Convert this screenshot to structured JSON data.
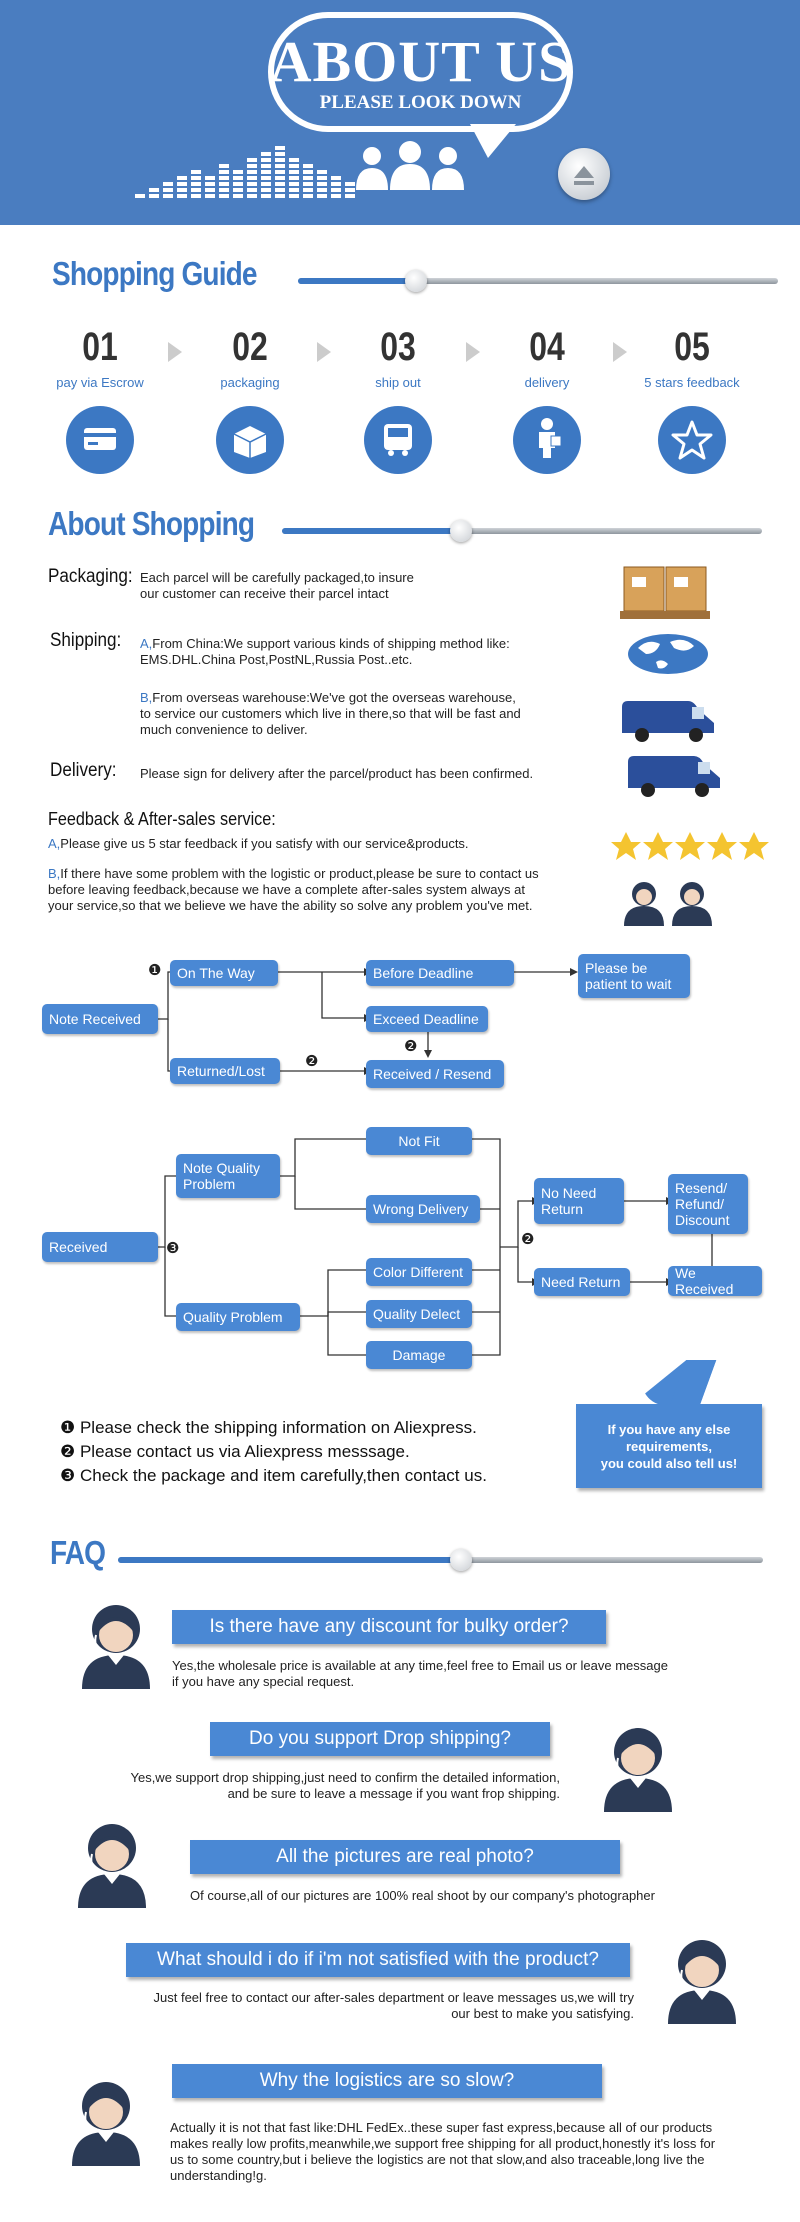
{
  "hero": {
    "title": "ABOUT US",
    "subtitle": "PLEASE LOOK DOWN"
  },
  "guide": {
    "title": "Shopping Guide",
    "steps": [
      {
        "num": "01",
        "label": "pay via Escrow",
        "icon": "credit-card-icon"
      },
      {
        "num": "02",
        "label": "packaging",
        "icon": "box-icon"
      },
      {
        "num": "03",
        "label": "ship out",
        "icon": "truck-icon"
      },
      {
        "num": "04",
        "label": "delivery",
        "icon": "delivery-man-icon"
      },
      {
        "num": "05",
        "label": "5 stars feedback",
        "icon": "star-icon"
      }
    ]
  },
  "about": {
    "title": "About Shopping",
    "packaging_label": "Packaging:",
    "packaging_text": [
      "Each parcel will be carefully packaged,to insure",
      "our customer can receive their parcel intact"
    ],
    "shipping_label": "Shipping:",
    "shipping_a": [
      "A,",
      "From China:We support various kinds of shipping method like:",
      "EMS.DHL.China Post,PostNL,Russia Post..etc."
    ],
    "shipping_b": [
      "B,",
      "From overseas warehouse:We've got the overseas warehouse,",
      "to service our customers which live in there,so that will be fast and",
      "much convenience to deliver."
    ],
    "delivery_label": "Delivery:",
    "delivery_text": "Please sign for delivery after the parcel/product has been confirmed.",
    "feedback_title": "Feedback & After-sales service:",
    "feedback_a": [
      "A,",
      "Please give us 5 star feedback if you satisfy with our service&products."
    ],
    "feedback_b": [
      "B,",
      "If there have some problem with the logistic or product,please be sure to contact us",
      "before leaving feedback,because we have a complete after-sales system always at",
      "your service,so that we believe we have the ability so solve any problem you've met."
    ]
  },
  "flow1": {
    "note_received": "Note Received",
    "on_the_way": "On The Way",
    "returned_lost": "Returned/Lost",
    "before_deadline": "Before Deadline",
    "exceed_deadline": "Exceed Deadline",
    "recv_resend": "Received / Resend",
    "patient": [
      "Please be",
      "patient to wait"
    ],
    "marker1": "❶",
    "marker2": "❷"
  },
  "flow2": {
    "received": "Received",
    "note_quality": [
      "Note Quality",
      "Problem"
    ],
    "quality_problem": "Quality Problem",
    "not_fit": "Not Fit",
    "wrong_delivery": "Wrong Delivery",
    "color_different": "Color Different",
    "quality_defect": "Quality Delect",
    "damage": "Damage",
    "no_need_return": [
      "No Need",
      "Return"
    ],
    "need_return": "Need Return",
    "resend": [
      "Resend/",
      "Refund/",
      "Discount"
    ],
    "we_received": "We Received",
    "marker3": "❸",
    "marker2": "❷"
  },
  "notes": [
    "❶ Please check the shipping information on Aliexpress.",
    "❷ Please contact us via Aliexpress messsage.",
    "❸ Check the package and item carefully,then contact us."
  ],
  "callout": [
    "If you have any else",
    "requirements,",
    "you could also tell us!"
  ],
  "faq": {
    "title": "FAQ",
    "items": [
      {
        "q": "Is there have any discount for bulky order?",
        "a": [
          "Yes,the wholesale price is available at any time,feel free to Email us or leave message",
          "if you have any special request."
        ]
      },
      {
        "q": "Do you support Drop shipping?",
        "a": [
          "Yes,we support drop shipping,just need to confirm the detailed information,",
          "and be sure to leave a message if you want frop shipping."
        ]
      },
      {
        "q": "All the pictures are real photo?",
        "a": [
          "Of course,all of our pictures are 100% real shoot by our company's photographer"
        ]
      },
      {
        "q": "What should i do if i'm not satisfied with the product?",
        "a": [
          "Just feel free to contact our after-sales department or leave messages us,we will try",
          "our best to make you satisfying."
        ]
      },
      {
        "q": "Why the logistics are so slow?",
        "a": [
          "Actually it is not that fast like:DHL FedEx..these super fast express,because all of our products",
          "makes really low profits,meanwhile,we support free shipping for all product,honestly it's loss for",
          "us to some country,but i believe the logistics are not that slow,and also traceable,long live the",
          "understanding!g."
        ]
      }
    ]
  },
  "colors": {
    "brand_blue": "#4a7dc0",
    "box_blue": "#4a88d4",
    "title_blue": "#3c78c3"
  }
}
